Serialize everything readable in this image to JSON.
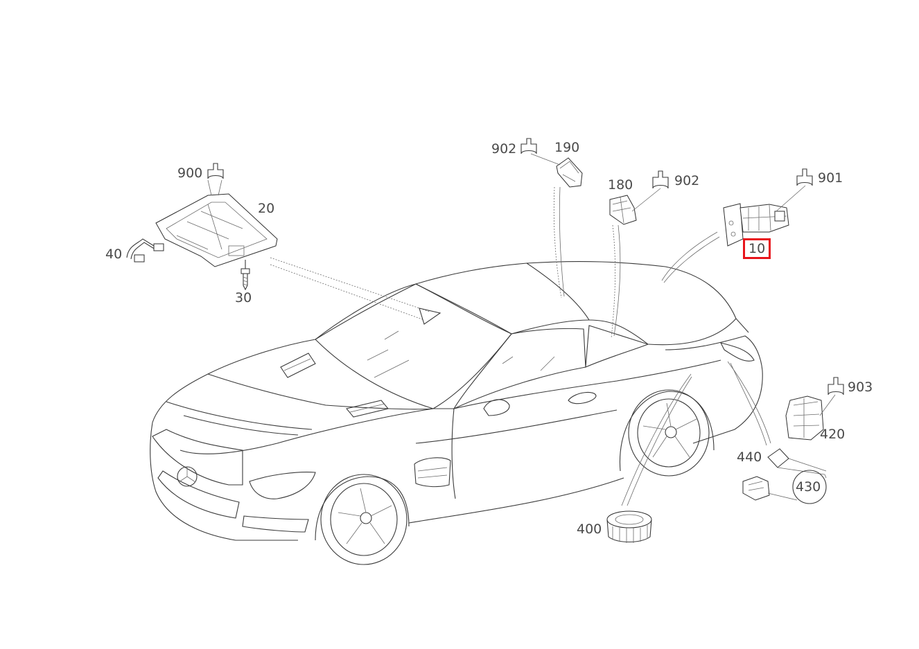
{
  "callouts": [
    {
      "id": "c900",
      "text": "900"
    },
    {
      "id": "c20",
      "text": "20"
    },
    {
      "id": "c40",
      "text": "40"
    },
    {
      "id": "c30",
      "text": "30"
    },
    {
      "id": "c902a",
      "text": "902"
    },
    {
      "id": "c190",
      "text": "190"
    },
    {
      "id": "c180",
      "text": "180"
    },
    {
      "id": "c902b",
      "text": "902"
    },
    {
      "id": "c901",
      "text": "901"
    },
    {
      "id": "c10",
      "text": "10",
      "highlighted": true
    },
    {
      "id": "c903",
      "text": "903"
    },
    {
      "id": "c420",
      "text": "420"
    },
    {
      "id": "c440",
      "text": "440"
    },
    {
      "id": "c430",
      "text": "430"
    },
    {
      "id": "c400",
      "text": "400"
    }
  ],
  "colors": {
    "line": "#3a3a3a",
    "label": "#4a4a4a",
    "highlight": "#e8141b",
    "background": "#ffffff"
  }
}
